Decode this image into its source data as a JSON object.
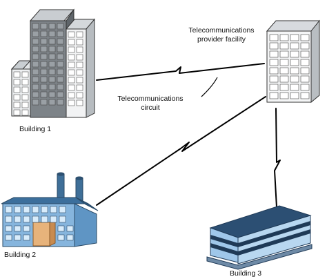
{
  "labels": {
    "building1": "Building 1",
    "building2": "Building 2",
    "building3": "Building 3",
    "provider_line1": "Telecommunications",
    "provider_line2": "provider facility",
    "circuit_line1": "Telecommunications",
    "circuit_line2": "circuit"
  },
  "colors": {
    "circuit_line": "#000000",
    "tower_dark": "#7d8388",
    "tower_light": "#e9ebed",
    "factory_blue": "#86b5dd",
    "factory_door": "#e7b37b",
    "factory_roof": "#3c6f9c",
    "office3_blue": "#9fc7ea",
    "office3_dark": "#2c4f73"
  },
  "icons": [
    "office-towers-icon",
    "provider-building-icon",
    "factory-icon",
    "office-block-icon"
  ]
}
